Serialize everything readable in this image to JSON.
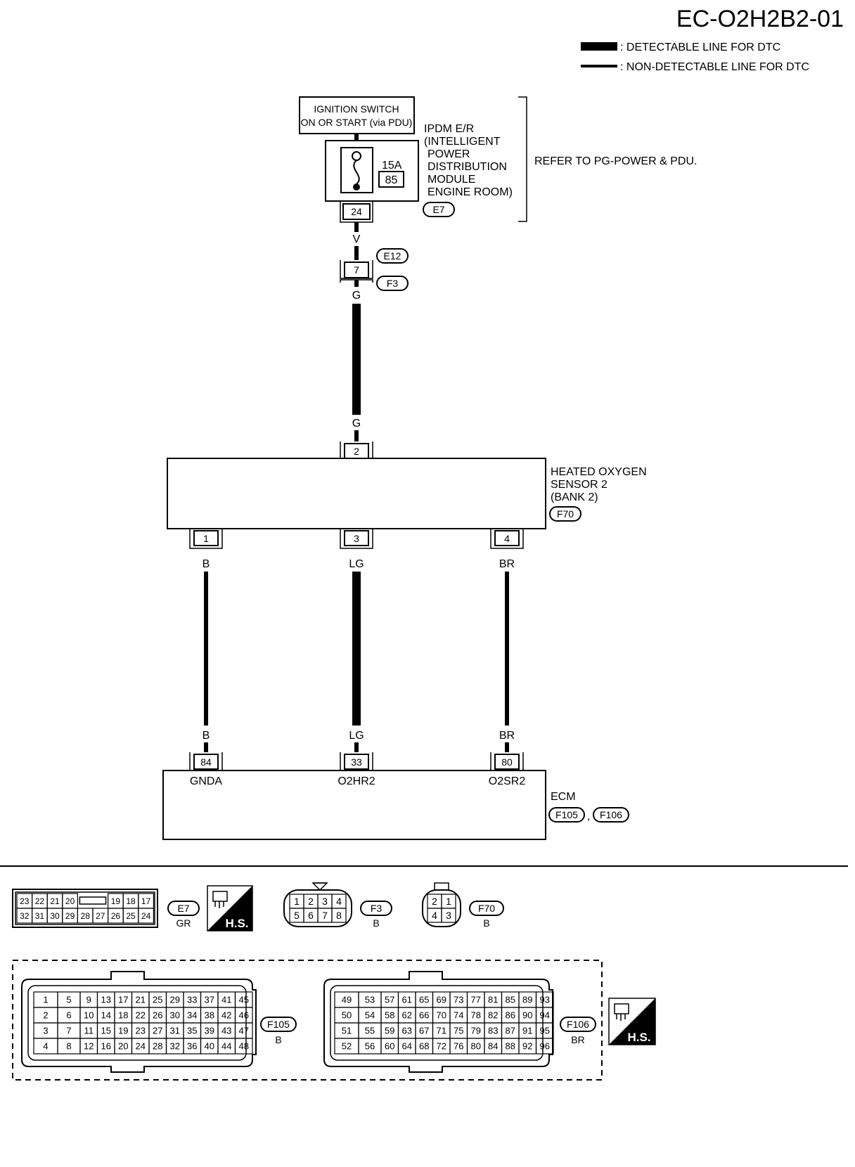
{
  "title": "EC-O2H2B2-01",
  "legend": {
    "detectable": ": DETECTABLE LINE FOR DTC",
    "non_detectable": ": NON-DETECTABLE LINE FOR DTC"
  },
  "ignition": {
    "line1": "IGNITION SWITCH",
    "line2": "ON OR START (via PDU)"
  },
  "ipdm": {
    "lines": [
      "IPDM E/R",
      "(INTELLIGENT",
      "POWER",
      "DISTRIBUTION",
      "MODULE",
      "ENGINE ROOM)"
    ],
    "connector": "E7",
    "fuse_rating": "15A",
    "fuse_number": "85",
    "pin": "24"
  },
  "refer": "REFER TO PG-POWER & PDU.",
  "wire_v": "V",
  "joint": {
    "pin": "7",
    "conn_top": "E12",
    "conn_bottom": "F3"
  },
  "wire_g_top": "G",
  "wire_g_bottom": "G",
  "sensor": {
    "lines": [
      "HEATED OXYGEN",
      "SENSOR 2",
      "(BANK 2)"
    ],
    "connector": "F70",
    "pin_top": "2",
    "pins_bottom": [
      "1",
      "3",
      "4"
    ]
  },
  "wires": [
    "B",
    "LG",
    "BR"
  ],
  "ecm": {
    "label": "ECM",
    "connector1": "F105",
    "comma": ",",
    "connector2": "F106",
    "pins": [
      "84",
      "33",
      "80"
    ],
    "signals": [
      "GNDA",
      "O2HR2",
      "O2SR2"
    ]
  },
  "connectors": {
    "e7": {
      "name": "E7",
      "color": "GR",
      "top_left": [
        "23",
        "22",
        "21",
        "20"
      ],
      "top_right": [
        "19",
        "18",
        "17"
      ],
      "bottom": [
        "32",
        "31",
        "30",
        "29",
        "28",
        "27",
        "26",
        "25",
        "24"
      ]
    },
    "f3": {
      "name": "F3",
      "color": "B",
      "top": [
        "1",
        "2",
        "3",
        "4"
      ],
      "bottom": [
        "5",
        "6",
        "7",
        "8"
      ]
    },
    "f70": {
      "name": "F70",
      "color": "B",
      "top": [
        "2",
        "1"
      ],
      "bottom": [
        "4",
        "3"
      ]
    },
    "hs": "H.S.",
    "f105": {
      "name": "F105",
      "color": "B",
      "rows": [
        [
          "1",
          "5",
          "9",
          "13",
          "17",
          "21",
          "25",
          "29",
          "33",
          "37",
          "41",
          "45"
        ],
        [
          "2",
          "6",
          "10",
          "14",
          "18",
          "22",
          "26",
          "30",
          "34",
          "38",
          "42",
          "46"
        ],
        [
          "3",
          "7",
          "11",
          "15",
          "19",
          "23",
          "27",
          "31",
          "35",
          "39",
          "43",
          "47"
        ],
        [
          "4",
          "8",
          "12",
          "16",
          "20",
          "24",
          "28",
          "32",
          "36",
          "40",
          "44",
          "48"
        ]
      ]
    },
    "f106": {
      "name": "F106",
      "color": "BR",
      "rows": [
        [
          "49",
          "53",
          "57",
          "61",
          "65",
          "69",
          "73",
          "77",
          "81",
          "85",
          "89",
          "93"
        ],
        [
          "50",
          "54",
          "58",
          "62",
          "66",
          "70",
          "74",
          "78",
          "82",
          "86",
          "90",
          "94"
        ],
        [
          "51",
          "55",
          "59",
          "63",
          "67",
          "71",
          "75",
          "79",
          "83",
          "87",
          "91",
          "95"
        ],
        [
          "52",
          "56",
          "60",
          "64",
          "68",
          "72",
          "76",
          "80",
          "84",
          "88",
          "92",
          "96"
        ]
      ]
    }
  }
}
